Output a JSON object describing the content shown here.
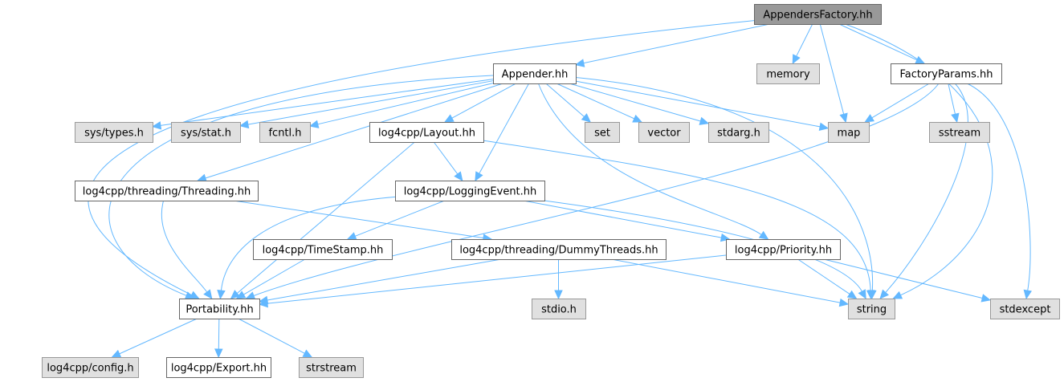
{
  "title": "AppendersFactory.hh include dependency graph",
  "colors": {
    "edge": "#63b8ff",
    "root_fill": "#999999",
    "local_fill": "#ffffff",
    "system_fill": "#e0e0e0"
  },
  "nodes": [
    {
      "id": "appendersfactory",
      "label": "AppendersFactory.hh",
      "kind": "root"
    },
    {
      "id": "appender",
      "label": "Appender.hh",
      "kind": "local"
    },
    {
      "id": "memory",
      "label": "memory",
      "kind": "system"
    },
    {
      "id": "factoryparams",
      "label": "FactoryParams.hh",
      "kind": "local"
    },
    {
      "id": "systypes",
      "label": "sys/types.h",
      "kind": "system"
    },
    {
      "id": "sysstat",
      "label": "sys/stat.h",
      "kind": "system"
    },
    {
      "id": "fcntl",
      "label": "fcntl.h",
      "kind": "system"
    },
    {
      "id": "layout",
      "label": "log4cpp/Layout.hh",
      "kind": "local"
    },
    {
      "id": "set",
      "label": "set",
      "kind": "system"
    },
    {
      "id": "vector",
      "label": "vector",
      "kind": "system"
    },
    {
      "id": "stdarg",
      "label": "stdarg.h",
      "kind": "system"
    },
    {
      "id": "map",
      "label": "map",
      "kind": "system"
    },
    {
      "id": "sstream",
      "label": "sstream",
      "kind": "system"
    },
    {
      "id": "threading",
      "label": "log4cpp/threading/Threading.hh",
      "kind": "local"
    },
    {
      "id": "loggingevent",
      "label": "log4cpp/LoggingEvent.hh",
      "kind": "local"
    },
    {
      "id": "timestamp",
      "label": "log4cpp/TimeStamp.hh",
      "kind": "local"
    },
    {
      "id": "dummythreads",
      "label": "log4cpp/threading/DummyThreads.hh",
      "kind": "local"
    },
    {
      "id": "priority",
      "label": "log4cpp/Priority.hh",
      "kind": "local"
    },
    {
      "id": "portability",
      "label": "Portability.hh",
      "kind": "local"
    },
    {
      "id": "stdio",
      "label": "stdio.h",
      "kind": "system"
    },
    {
      "id": "string",
      "label": "string",
      "kind": "system"
    },
    {
      "id": "stdexcept",
      "label": "stdexcept",
      "kind": "system"
    },
    {
      "id": "config",
      "label": "log4cpp/config.h",
      "kind": "system"
    },
    {
      "id": "export",
      "label": "log4cpp/Export.hh",
      "kind": "local"
    },
    {
      "id": "strstream",
      "label": "strstream",
      "kind": "system"
    }
  ],
  "edges": [
    [
      "appendersfactory",
      "appender"
    ],
    [
      "appendersfactory",
      "memory"
    ],
    [
      "appendersfactory",
      "map"
    ],
    [
      "appendersfactory",
      "factoryparams"
    ],
    [
      "appendersfactory",
      "portability"
    ],
    [
      "appendersfactory",
      "string"
    ],
    [
      "appender",
      "systypes"
    ],
    [
      "appender",
      "sysstat"
    ],
    [
      "appender",
      "fcntl"
    ],
    [
      "appender",
      "layout"
    ],
    [
      "appender",
      "loggingevent"
    ],
    [
      "appender",
      "set"
    ],
    [
      "appender",
      "vector"
    ],
    [
      "appender",
      "stdarg"
    ],
    [
      "appender",
      "map"
    ],
    [
      "appender",
      "string"
    ],
    [
      "appender",
      "threading"
    ],
    [
      "appender",
      "priority"
    ],
    [
      "appender",
      "portability"
    ],
    [
      "factoryparams",
      "map"
    ],
    [
      "factoryparams",
      "sstream"
    ],
    [
      "factoryparams",
      "string"
    ],
    [
      "factoryparams",
      "stdexcept"
    ],
    [
      "factoryparams",
      "portability"
    ],
    [
      "layout",
      "loggingevent"
    ],
    [
      "layout",
      "portability"
    ],
    [
      "layout",
      "string"
    ],
    [
      "threading",
      "portability"
    ],
    [
      "threading",
      "dummythreads"
    ],
    [
      "loggingevent",
      "timestamp"
    ],
    [
      "loggingevent",
      "priority"
    ],
    [
      "loggingevent",
      "portability"
    ],
    [
      "loggingevent",
      "string"
    ],
    [
      "timestamp",
      "portability"
    ],
    [
      "dummythreads",
      "portability"
    ],
    [
      "dummythreads",
      "stdio"
    ],
    [
      "dummythreads",
      "string"
    ],
    [
      "priority",
      "portability"
    ],
    [
      "priority",
      "string"
    ],
    [
      "priority",
      "stdexcept"
    ],
    [
      "portability",
      "config"
    ],
    [
      "portability",
      "export"
    ],
    [
      "portability",
      "strstream"
    ]
  ]
}
